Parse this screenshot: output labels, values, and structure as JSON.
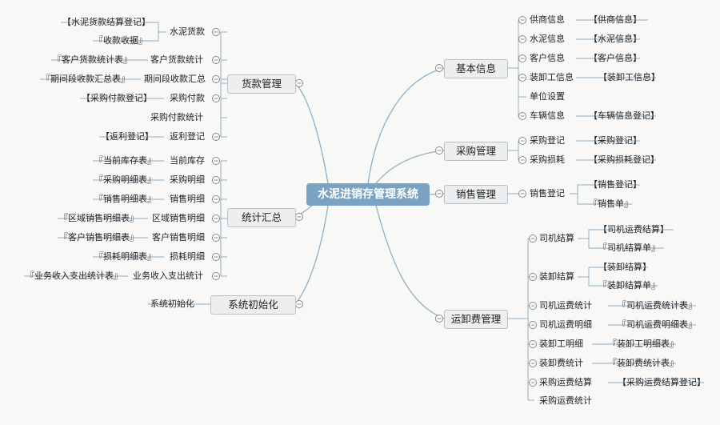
{
  "root": "水泥进销存管理系统",
  "branches": {
    "huokuan": {
      "title": "货款管理",
      "items": [
        {
          "label": "水泥货款",
          "tag": "【水泥货款结算登记】",
          "tag2": "『收款收据』"
        },
        {
          "label": "客户货款统计",
          "tag": "『客户货款统计表』"
        },
        {
          "label": "期间段收款汇总",
          "tag": "『期间段收款汇总表』"
        },
        {
          "label": "采购付款",
          "tag": "【采购付款登记】"
        },
        {
          "label": "采购付款统计"
        },
        {
          "label": "返利登记",
          "tag": "【返利登记】"
        }
      ]
    },
    "tongji": {
      "title": "统计汇总",
      "items": [
        {
          "label": "当前库存",
          "tag": "『当前库存表』"
        },
        {
          "label": "采购明细",
          "tag": "『采购明细表』"
        },
        {
          "label": "销售明细",
          "tag": "『销售明细表』"
        },
        {
          "label": "区域销售明细",
          "tag": "『区域销售明细表』"
        },
        {
          "label": "客户销售明细",
          "tag": "『客户销售明细表』"
        },
        {
          "label": "损耗明细",
          "tag": "『损耗明细表』"
        },
        {
          "label": "业务收入支出统计",
          "tag": "『业务收入支出统计表』"
        }
      ]
    },
    "chushihua": {
      "title": "系统初始化",
      "items": [
        {
          "label": "系统初始化"
        }
      ]
    },
    "jiben": {
      "title": "基本信息",
      "items": [
        {
          "label": "供商信息",
          "tag": "【供商信息】"
        },
        {
          "label": "水泥信息",
          "tag": "【水泥信息】"
        },
        {
          "label": "客户信息",
          "tag": "【客户信息】"
        },
        {
          "label": "装卸工信息",
          "tag": "【装卸工信息】"
        },
        {
          "label": "单位设置"
        },
        {
          "label": "车辆信息",
          "tag": "【车辆信息登记】"
        }
      ]
    },
    "caigou": {
      "title": "采购管理",
      "items": [
        {
          "label": "采购登记",
          "tag": "【采购登记】"
        },
        {
          "label": "采购损耗",
          "tag": "【采购损耗登记】"
        }
      ]
    },
    "xiaoshou": {
      "title": "销售管理",
      "items": [
        {
          "label": "销售登记",
          "tag": "【销售登记】",
          "tag2": "『销售单』"
        }
      ]
    },
    "yunxie": {
      "title": "运卸费管理",
      "items": [
        {
          "label": "司机结算",
          "tag": "【司机运费结算】",
          "tag2": "『司机结算单』"
        },
        {
          "label": "装卸结算",
          "tag": "【装卸结算】",
          "tag2": "『装卸结算单』"
        },
        {
          "label": "司机运费统计",
          "tag": "『司机运费统计表』"
        },
        {
          "label": "司机运费明细",
          "tag": "『司机运费明细表』"
        },
        {
          "label": "装卸工明细",
          "tag": "『装卸工明细表』"
        },
        {
          "label": "装卸费统计",
          "tag": "『装卸费统计表』"
        },
        {
          "label": "采购运费结算",
          "tag": "【采购运费结算登记】"
        },
        {
          "label": "采购运费统计"
        }
      ]
    }
  }
}
